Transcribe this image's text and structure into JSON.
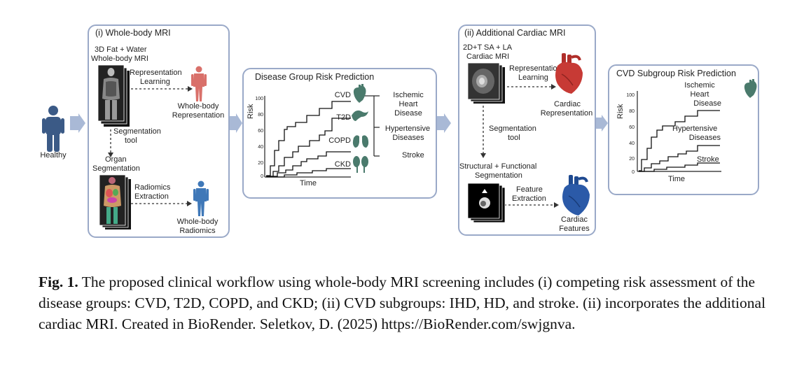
{
  "healthy_label": "Healthy",
  "panel1": {
    "title": "(i) Whole-body MRI",
    "mri_label_1": "3D Fat + Water",
    "mri_label_2": "Whole-body MRI",
    "repr_learning_1": "Representation",
    "repr_learning_2": "Learning",
    "wb_repr_1": "Whole-body",
    "wb_repr_2": "Representation",
    "seg_tool_1": "Segmentation",
    "seg_tool_2": "tool",
    "organ_seg_1": "Organ",
    "organ_seg_2": "Segmentation",
    "radiomics_1": "Radiomics",
    "radiomics_2": "Extraction",
    "wb_radiomics_1": "Whole-body",
    "wb_radiomics_2": "Radiomics"
  },
  "panel2": {
    "title": "Disease Group Risk Prediction",
    "ylabel": "Risk",
    "xlabel": "Time",
    "yticks": [
      "100",
      "80",
      "60",
      "40",
      "20",
      "0"
    ],
    "series_labels": [
      "CVD",
      "T2D",
      "COPD",
      "CKD"
    ],
    "outcome_labels": {
      "ihd_1": "Ischemic",
      "ihd_2": "Heart",
      "ihd_3": "Disease",
      "hd_1": "Hypertensive",
      "hd_2": "Diseases",
      "stroke": "Stroke"
    }
  },
  "panel3": {
    "title": "(ii) Additional Cardiac MRI",
    "mri_label_1": "2D+T SA + LA",
    "mri_label_2": "Cardiac MRI",
    "repr_learning_1": "Representation",
    "repr_learning_2": "Learning",
    "card_repr_1": "Cardiac",
    "card_repr_2": "Representation",
    "seg_tool_1": "Segmentation",
    "seg_tool_2": "tool",
    "struct_seg_1": "Structural + Functional",
    "struct_seg_2": "Segmentation",
    "feat_1": "Feature",
    "feat_2": "Extraction",
    "card_feat_1": "Cardiac",
    "card_feat_2": "Features"
  },
  "panel4": {
    "title": "CVD Subgroup Risk Prediction",
    "ylabel": "Risk",
    "xlabel": "Time",
    "yticks": [
      "100",
      "80",
      "60",
      "40",
      "20",
      "0"
    ],
    "labels": {
      "ihd_1": "Ischemic",
      "ihd_2": "Heart",
      "ihd_3": "Disease",
      "hd_1": "Hypertensive",
      "hd_2": "Diseases",
      "stroke": "Stroke"
    }
  },
  "caption": {
    "fig_label": "Fig. 1.",
    "text": "The proposed clinical workflow using whole-body MRI screening includes (i) competing risk assessment of the disease groups: CVD, T2D, COPD, and CKD; (ii) CVD subgroups: IHD, HD, and stroke. (ii) incorporates the additional cardiac MRI. Created in BioRender. Seletkov, D. (2025) https://BioRender.com/swjgnva."
  },
  "colors": {
    "panel_border": "#9aa9c8",
    "flow_arrow": "#a9b9d6",
    "person_blue": "#3b5a86",
    "body_red": "#d9706a",
    "body_blue": "#3f78b8",
    "organ_green": "#4a7a6c",
    "heart_red": "#c73a35",
    "heart_blue": "#2b5aa8"
  }
}
